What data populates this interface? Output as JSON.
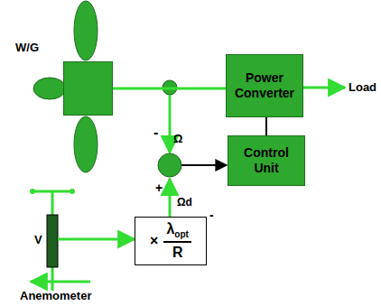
{
  "diagram": {
    "nodes": [
      {
        "text": [
          "W/G"
        ]
      },
      {
        "text": [
          "Power Converter"
        ]
      },
      {
        "text": [
          "Control Unit"
        ]
      },
      {
        "text": [
          "×",
          "λopt",
          "R"
        ]
      }
    ],
    "edges": [
      {
        "from": 0,
        "to": 1,
        "arrow": "none"
      },
      {
        "from": 1,
        "to": 2,
        "arrow": "none"
      }
    ],
    "labels": [
      "Load",
      "-",
      "Ω",
      "+",
      "Ωd",
      "-",
      "V",
      "Anemometer"
    ]
  }
}
